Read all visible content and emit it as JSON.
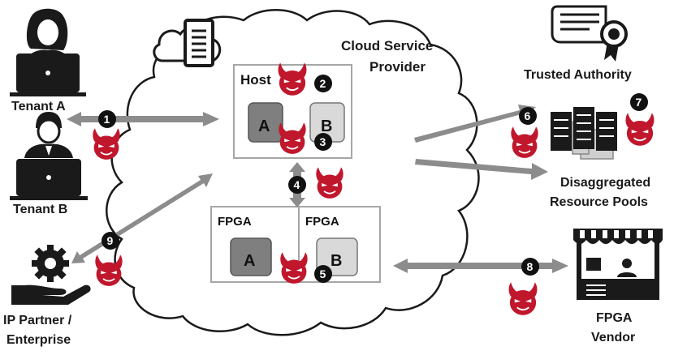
{
  "colors": {
    "devil": "#c0172c",
    "arrow": "#8c8c8c",
    "box_border": "#a6a6a6",
    "tenant_a_box": "#7f7f7f",
    "tenant_b_box": "#d9d9d9",
    "badge": "#111111"
  },
  "cloud": {
    "label_line1": "Cloud Service",
    "label_line2": "Provider",
    "icon": "server-cloud-icon"
  },
  "host": {
    "label": "Host",
    "box_a": "A",
    "box_b": "B"
  },
  "fpga_left": {
    "label": "FPGA",
    "box": "A"
  },
  "fpga_right": {
    "label": "FPGA",
    "box": "B"
  },
  "tenant_a": {
    "label": "Tenant A",
    "icon": "woman-laptop-icon"
  },
  "tenant_b": {
    "label": "Tenant B",
    "icon": "man-laptop-icon"
  },
  "ip_partner": {
    "label_line1": "IP Partner /",
    "label_line2": "Enterprise",
    "icon": "hand-gear-icon"
  },
  "trusted_authority": {
    "label": "Trusted Authority",
    "icon": "certificate-icon"
  },
  "resource_pools": {
    "label_line1": "Disaggregated",
    "label_line2": "Resource Pools",
    "icon": "server-rack-icon"
  },
  "fpga_vendor": {
    "label_line1": "FPGA",
    "label_line2": "Vendor",
    "icon": "shop-stall-icon"
  },
  "badges": [
    "1",
    "2",
    "3",
    "4",
    "5",
    "6",
    "7",
    "8",
    "9"
  ],
  "devil_icon": "devil-head-icon"
}
